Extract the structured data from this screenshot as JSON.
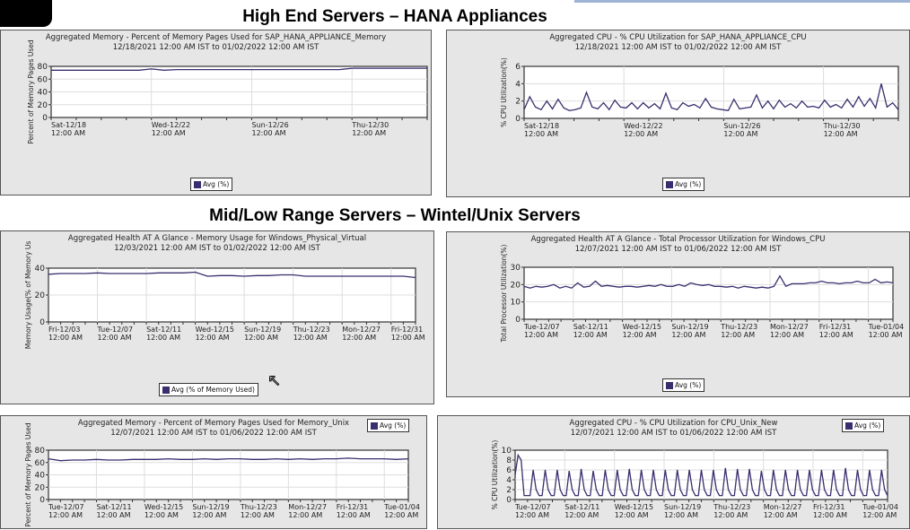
{
  "headers": {
    "high_end": "High End Servers – HANA Appliances",
    "mid_low": "Mid/Low Range Servers – Wintel/Unix Servers"
  },
  "colors": {
    "line": "#3b2e6e",
    "panel": "#e6e6e6"
  },
  "chart_data": [
    {
      "type": "line",
      "title": "Aggregated Memory - Percent of Memory Pages Used for SAP_HANA_APPLIANCE_Memory",
      "subtitle": "12/18/2021 12:00 AM IST to 01/02/2022 12:00 AM IST",
      "ylabel": "Percent of Memory Pages Used",
      "ylim": [
        0,
        80
      ],
      "yticks": [
        "0",
        "20",
        "40",
        "60",
        "80"
      ],
      "xlim_days": [
        0,
        15
      ],
      "xticks": [
        {
          "day": 0,
          "label": "Sat-12/18 12:00 AM"
        },
        {
          "day": 4,
          "label": "Wed-12/22 12:00 AM"
        },
        {
          "day": 8,
          "label": "Sun-12/26 12:00 AM"
        },
        {
          "day": 12,
          "label": "Thu-12/30 12:00 AM"
        }
      ],
      "legend": "Avg (%)",
      "values": [
        74,
        74,
        74,
        74,
        74,
        74,
        74,
        74,
        76,
        74,
        75,
        75,
        75,
        75,
        75,
        75,
        75,
        75,
        75,
        75,
        75,
        75,
        75,
        75,
        77,
        77,
        77,
        77,
        77,
        77,
        77
      ]
    },
    {
      "type": "line",
      "title": "Aggregated CPU - % CPU Utilization for SAP_HANA_APPLIANCE_CPU",
      "subtitle": "12/18/2021 12:00 AM IST to 01/02/2022 12:00 AM IST",
      "ylabel": "% CPU Utilization(%)",
      "ylim": [
        0,
        6
      ],
      "yticks": [
        "0",
        "2",
        "4",
        "6"
      ],
      "xlim_days": [
        0,
        15
      ],
      "xticks": [
        {
          "day": 0,
          "label": "Sat-12/18 12:00 AM"
        },
        {
          "day": 4,
          "label": "Wed-12/22 12:00 AM"
        },
        {
          "day": 8,
          "label": "Sun-12/26 12:00 AM"
        },
        {
          "day": 12,
          "label": "Thu-12/30 12:00 AM"
        }
      ],
      "legend": "Avg (%)",
      "values": [
        1.0,
        2.5,
        1.3,
        1.0,
        2.0,
        1.1,
        2.2,
        1.2,
        0.9,
        1.0,
        1.2,
        3.0,
        1.3,
        1.1,
        1.8,
        1.0,
        2.1,
        1.3,
        1.2,
        1.8,
        1.1,
        1.8,
        1.2,
        1.7,
        1.1,
        2.9,
        1.2,
        1.0,
        1.8,
        1.4,
        1.6,
        1.2,
        2.3,
        1.3,
        1.1,
        1.0,
        0.9,
        2.2,
        1.1,
        1.2,
        1.3,
        2.7,
        1.2,
        2.0,
        1.1,
        2.1,
        1.3,
        1.7,
        1.2,
        2.0,
        1.3,
        1.4,
        1.2,
        2.1,
        1.3,
        1.6,
        1.2,
        2.2,
        1.3,
        2.5,
        1.4,
        2.3,
        1.2,
        4.0,
        1.3,
        1.8,
        1.0
      ]
    },
    {
      "type": "line",
      "title": "Aggregated Health AT A Glance - Memory Usage for Windows_Physical_Virtual",
      "subtitle": "12/03/2021 12:00 AM IST to 01/02/2022 12:00 AM IST",
      "ylabel": "Memory Usage(% of Memory Us",
      "ylim": [
        0,
        40
      ],
      "yticks": [
        "0",
        "20",
        "40"
      ],
      "xlim_days": [
        0,
        30
      ],
      "xticks": [
        {
          "day": 0,
          "label": "Fri-12/03 12:00 AM"
        },
        {
          "day": 4,
          "label": "Tue-12/07 12:00 AM"
        },
        {
          "day": 8,
          "label": "Sat-12/11 12:00 AM"
        },
        {
          "day": 12,
          "label": "Wed-12/15 12:00 AM"
        },
        {
          "day": 16,
          "label": "Sun-12/19 12:00 AM"
        },
        {
          "day": 20,
          "label": "Thu-12/23 12:00 AM"
        },
        {
          "day": 24,
          "label": "Mon-12/27 12:00 AM"
        },
        {
          "day": 28,
          "label": "Fri-12/31 12:00 AM"
        }
      ],
      "legend": "Avg (% of Memory Used)",
      "values": [
        35.5,
        36,
        36,
        36,
        36.5,
        36,
        36,
        36,
        36,
        36.5,
        36.5,
        36.5,
        37,
        34,
        34.5,
        34.5,
        34,
        34.5,
        34.5,
        35,
        35,
        34,
        34,
        34,
        34,
        34,
        34,
        34,
        34,
        34,
        33
      ]
    },
    {
      "type": "line",
      "title": "Aggregated Health AT A Glance - Total Processor Utilization for Windows_CPU",
      "subtitle": "12/07/2021 12:00 AM IST to 01/06/2022 12:00 AM IST",
      "ylabel": "Total Processor Utilization(%)",
      "ylim": [
        0,
        30
      ],
      "yticks": [
        "0",
        "10",
        "20",
        "30"
      ],
      "xlim_days": [
        0,
        30
      ],
      "xticks": [
        {
          "day": 0,
          "label": "Tue-12/07 12:00 AM"
        },
        {
          "day": 4,
          "label": "Sat-12/11 12:00 AM"
        },
        {
          "day": 8,
          "label": "Wed-12/15 12:00 AM"
        },
        {
          "day": 12,
          "label": "Sun-12/19 12:00 AM"
        },
        {
          "day": 16,
          "label": "Thu-12/23 12:00 AM"
        },
        {
          "day": 20,
          "label": "Mon-12/27 12:00 AM"
        },
        {
          "day": 24,
          "label": "Fri-12/31 12:00 AM"
        },
        {
          "day": 28,
          "label": "Tue-01/04 12:00 AM"
        }
      ],
      "legend": "Avg (%)",
      "values": [
        19,
        18,
        19,
        18.5,
        19,
        20,
        18,
        19,
        18,
        21,
        18.5,
        19,
        22,
        19,
        19.5,
        19,
        18.5,
        19,
        19,
        18.5,
        19,
        19.5,
        19,
        20,
        19,
        19,
        20,
        19,
        21,
        20,
        19.5,
        20,
        19,
        19,
        18.5,
        19,
        18,
        19,
        18.5,
        18,
        18.5,
        18,
        19,
        25,
        19,
        20.5,
        20.5,
        20.5,
        21,
        21,
        22,
        21,
        21,
        20.5,
        21,
        21,
        22,
        21,
        21,
        23,
        21,
        21.5,
        21
      ]
    },
    {
      "type": "line",
      "title": "Aggregated Memory - Percent of Memory Pages Used for Memory_Unix",
      "subtitle": "12/07/2021 12:00 AM IST to 01/06/2022 12:00 AM IST",
      "ylabel": "Percent of Memory Pages Used",
      "ylim": [
        0,
        80
      ],
      "yticks": [
        "0",
        "20",
        "40",
        "60",
        "80"
      ],
      "xlim_days": [
        0,
        30
      ],
      "xticks": [
        {
          "day": 0,
          "label": "Tue-12/07 12:00 AM"
        },
        {
          "day": 4,
          "label": "Sat-12/11 12:00 AM"
        },
        {
          "day": 8,
          "label": "Wed-12/15 12:00 AM"
        },
        {
          "day": 12,
          "label": "Sun-12/19 12:00 AM"
        },
        {
          "day": 16,
          "label": "Thu-12/23 12:00 AM"
        },
        {
          "day": 20,
          "label": "Mon-12/27 12:00 AM"
        },
        {
          "day": 24,
          "label": "Fri-12/31 12:00 AM"
        },
        {
          "day": 28,
          "label": "Tue-01/04 12:00 AM"
        }
      ],
      "legend": "Avg (%)",
      "values": [
        66,
        63,
        64,
        64,
        65,
        64,
        64,
        65,
        65,
        65,
        66,
        65,
        65,
        66,
        65,
        66,
        66,
        65,
        65,
        66,
        65,
        66,
        65,
        66,
        66,
        67,
        66,
        66,
        66,
        65,
        66
      ]
    },
    {
      "type": "line",
      "title": "Aggregated CPU - % CPU Utilization for CPU_Unix_New",
      "subtitle": "12/07/2021 12:00 AM IST to 01/06/2022 12:00 AM IST",
      "ylabel": "% CPU Utilization(%)",
      "ylim": [
        0,
        10
      ],
      "yticks": [
        "0",
        "2",
        "4",
        "6",
        "8",
        "10"
      ],
      "xlim_days": [
        0,
        30
      ],
      "xticks": [
        {
          "day": 0,
          "label": "Tue-12/07 12:00 AM"
        },
        {
          "day": 4,
          "label": "Sat-12/11 12:00 AM"
        },
        {
          "day": 8,
          "label": "Wed-12/15 12:00 AM"
        },
        {
          "day": 12,
          "label": "Sun-12/19 12:00 AM"
        },
        {
          "day": 16,
          "label": "Thu-12/23 12:00 AM"
        },
        {
          "day": 20,
          "label": "Mon-12/27 12:00 AM"
        },
        {
          "day": 24,
          "label": "Fri-12/31 12:00 AM"
        },
        {
          "day": 28,
          "label": "Tue-01/04 12:00 AM"
        }
      ],
      "legend": "Avg (%)",
      "values": [
        5,
        9,
        8,
        0.8,
        0.8,
        0.8,
        6,
        2,
        0.8,
        0.8,
        6,
        2,
        0.8,
        0.8,
        6,
        2,
        0.8,
        0.8,
        5.8,
        2,
        0.8,
        0.8,
        6.2,
        2,
        0.8,
        0.8,
        5.8,
        2,
        0.8,
        0.8,
        6,
        2,
        0.8,
        0.8,
        6,
        2,
        0.8,
        0.8,
        6.2,
        2,
        0.8,
        0.8,
        6,
        2,
        0.8,
        0.8,
        6,
        2,
        0.8,
        0.8,
        6,
        2,
        0.8,
        0.8,
        6,
        2,
        0.8,
        0.8,
        6,
        2,
        0.8,
        0.8,
        6,
        2,
        0.8,
        0.8,
        6,
        2,
        0.8,
        0.8,
        6.4,
        2,
        0.8,
        0.8,
        6.2,
        2,
        0.8,
        0.8,
        6.2,
        2,
        0.8,
        0.8,
        5.8,
        2,
        0.8,
        0.8,
        6,
        2,
        0.8,
        0.8,
        6,
        2,
        0.8,
        0.8,
        6,
        2,
        0.8,
        0.8,
        6,
        2,
        0.8,
        0.8,
        6,
        2,
        0.8,
        0.8,
        6,
        2,
        0.8,
        0.8,
        6.4,
        2,
        0.8,
        0.8,
        6,
        2,
        0.8,
        0.8,
        6,
        2,
        0.8,
        0.8,
        6,
        2,
        0.8
      ]
    }
  ]
}
